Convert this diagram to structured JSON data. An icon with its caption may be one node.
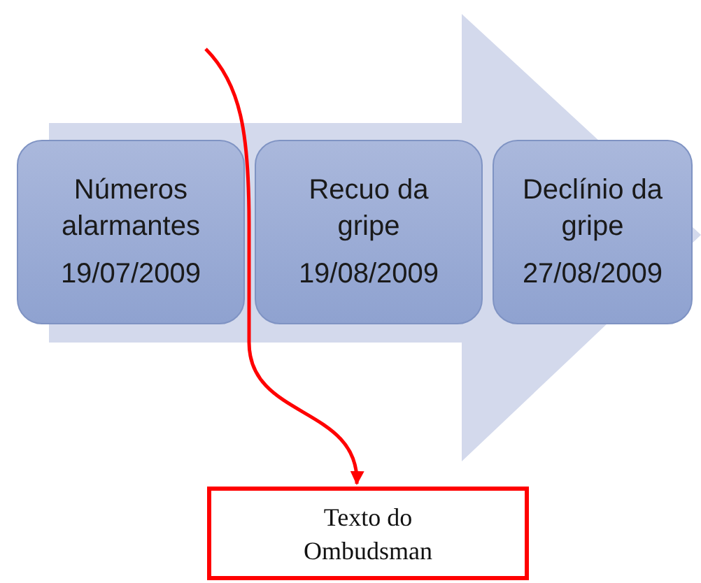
{
  "diagram": {
    "nodes": [
      {
        "text": [],
        "shape": "arrow"
      },
      {
        "text": [
          "Números alarmantes",
          "19/07/2009"
        ],
        "in": 0
      },
      {
        "text": [
          "Recuo da gripe",
          "19/08/2009"
        ],
        "in": 0
      },
      {
        "text": [
          "Declínio da gripe",
          "27/08/2009"
        ],
        "in": 0
      },
      {
        "text": [
          "Texto do Ombudsman"
        ]
      }
    ],
    "edges": [
      {
        "from": null,
        "to": 4,
        "arrow": "to",
        "color": "#ff0000"
      }
    ]
  }
}
